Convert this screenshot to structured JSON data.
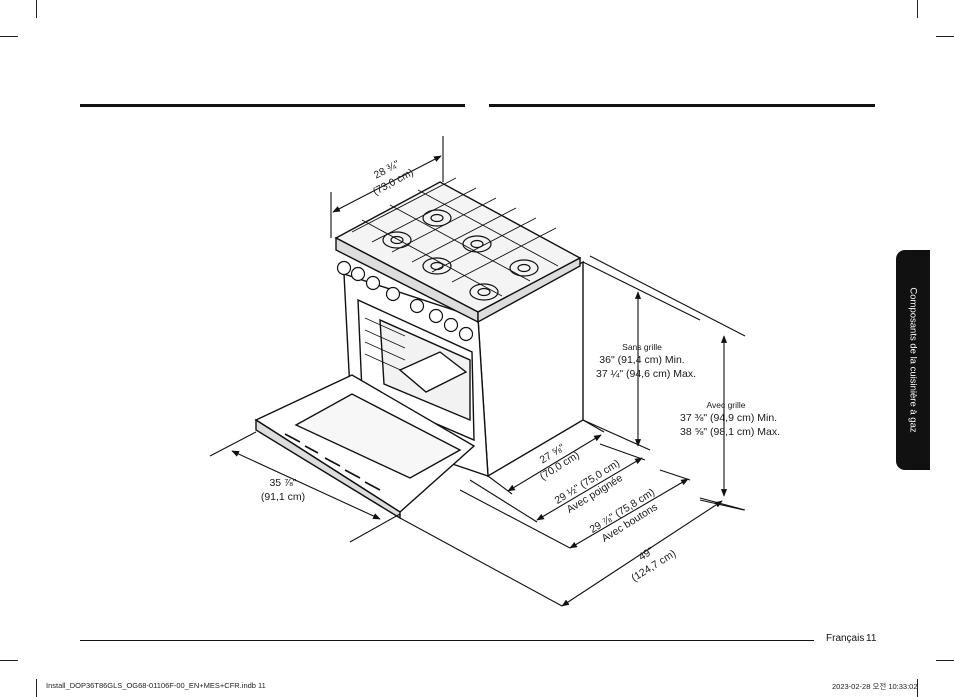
{
  "tab": {
    "label": "Composants de la cuisinière à gaz"
  },
  "dimensions": {
    "depth_top": {
      "line1": "28 ¾\"",
      "line2": "(73,0 cm)"
    },
    "door_open": {
      "line1": "35 ⅞\"",
      "line2": "(91,1 cm)"
    },
    "height_no_grate": {
      "title": "Sans grille",
      "min": "36\" (91,4 cm) Min.",
      "max": "37 ¼\" (94,6 cm) Max."
    },
    "height_grate": {
      "title": "Avec grille",
      "min": "37 ⅜\" (94,9 cm) Min.",
      "max": "38 ⅝\" (98,1 cm) Max."
    },
    "depth_body": {
      "line1": "27 ⅝\"",
      "line2": "(70,0 cm)"
    },
    "depth_handle": {
      "line1": "29 ½\" (75,0 cm)",
      "line2": "Avec poignée"
    },
    "depth_knobs": {
      "line1": "29 ⅞\" (75,8 cm)",
      "line2": "Avec boutons"
    },
    "total_depth": {
      "line1": "49\"",
      "line2": "(124,7 cm)"
    }
  },
  "footer": {
    "language": "Français",
    "page": "11",
    "file": "Install_DOP36T86GLS_OG68-01106F-00_EN+MES+CFR.indb   11",
    "date": "2023-02-28   오전 10:33:02"
  }
}
